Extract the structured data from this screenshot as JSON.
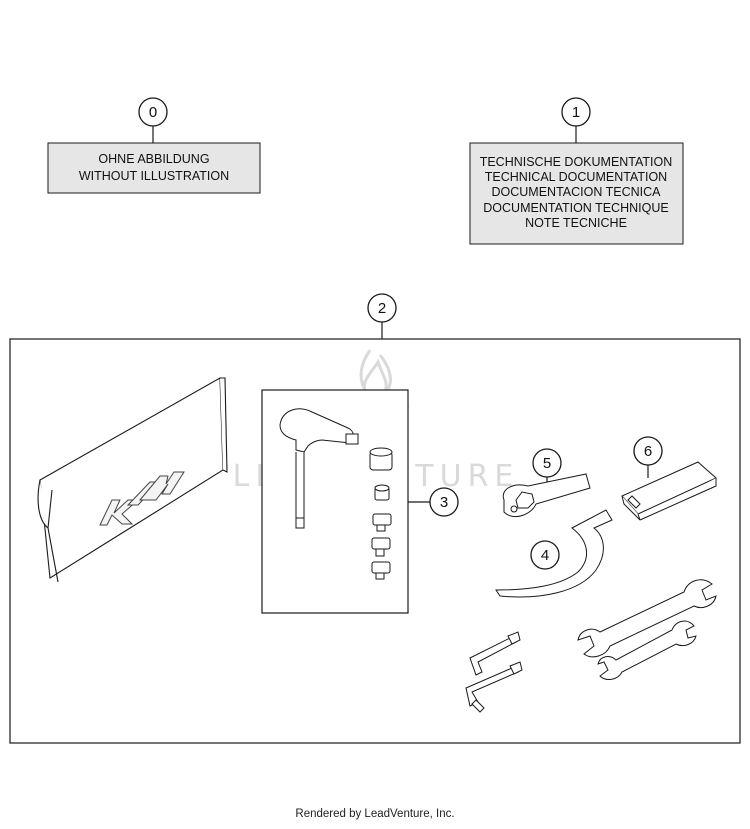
{
  "callouts": {
    "c0": "0",
    "c1": "1",
    "c2": "2",
    "c3": "3",
    "c4": "4",
    "c5": "5",
    "c6": "6"
  },
  "notes": {
    "without_illustration": [
      "OHNE ABBILDUNG",
      "WITHOUT ILLUSTRATION"
    ],
    "documentation": [
      "TECHNISCHE DOKUMENTATION",
      "TECHNICAL DOCUMENTATION",
      "DOCUMENTACION TECNICA",
      "DOCUMENTATION TECHNIQUE",
      "NOTE TECNICHE"
    ]
  },
  "watermark": "LEADVENTURE",
  "footer": "Rendered by LeadVenture, Inc.",
  "colors": {
    "note_fill": "#e6e6e6",
    "line": "#1a1a1a",
    "watermark": "#d9d9d9"
  }
}
